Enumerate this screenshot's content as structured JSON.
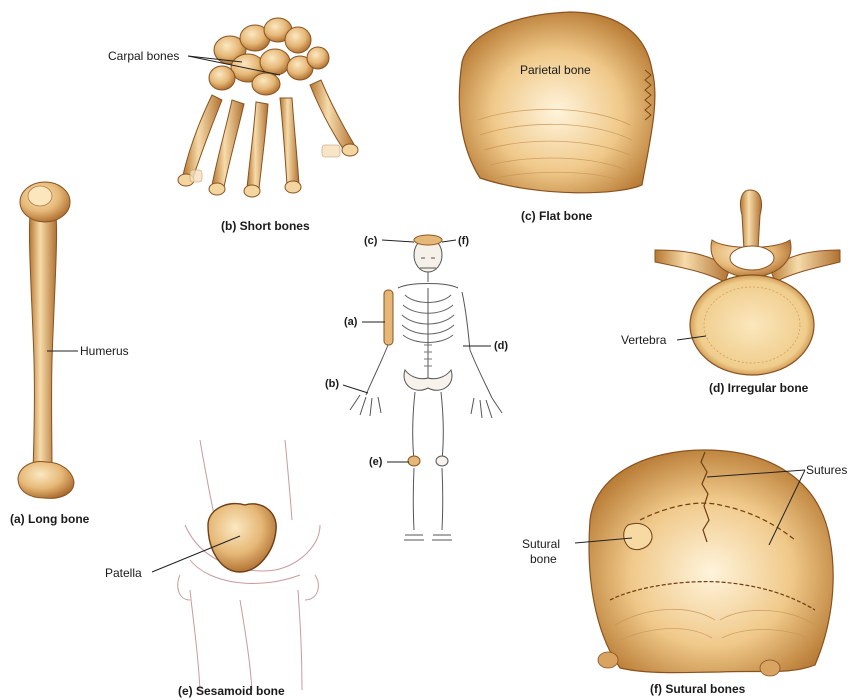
{
  "captions": {
    "long": "(a) Long bone",
    "short": "(b) Short bones",
    "flat": "(c) Flat bone",
    "irregular": "(d) Irregular bone",
    "sesamoid": "(e) Sesamoid bone",
    "sutural": "(f) Sutural bones"
  },
  "labels": {
    "carpal": "Carpal bones",
    "parietal": "Parietal bone",
    "humerus": "Humerus",
    "vertebra": "Vertebra",
    "patella": "Patella",
    "sutures": "Sutures",
    "sutural_bone_line1": "Sutural",
    "sutural_bone_line2": "bone"
  },
  "skeleton_letters": {
    "c": "(c)",
    "f": "(f)",
    "a": "(a)",
    "d": "(d)",
    "b": "(b)",
    "e": "(e)"
  },
  "colors": {
    "bone_light": "#f3d9a6",
    "bone_mid": "#dba864",
    "bone_dark": "#a9692a",
    "leader": "#222222"
  }
}
